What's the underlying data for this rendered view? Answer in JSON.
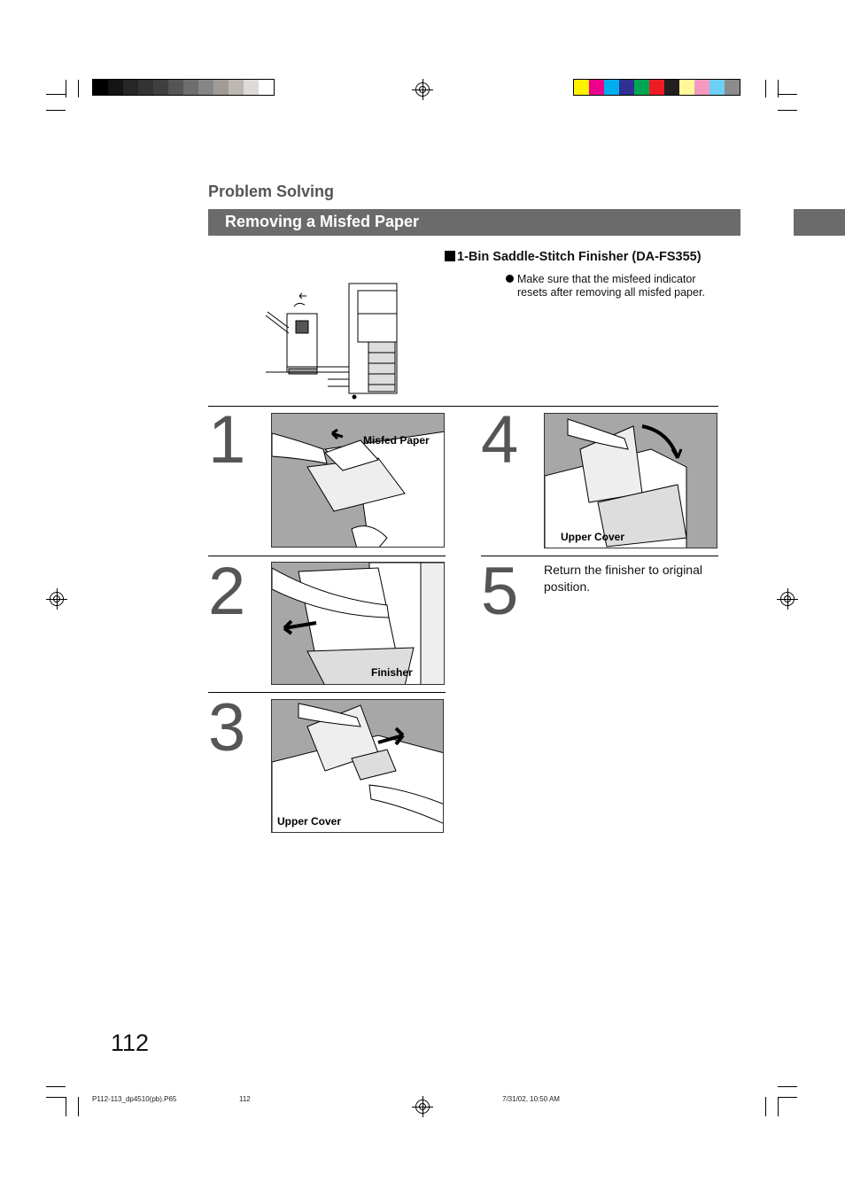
{
  "header": {
    "section_title": "Problem Solving",
    "page_title": "Removing a Misfed Paper",
    "subheading": "1-Bin Saddle-Stitch Finisher (DA-FS355)",
    "note": "Make sure that the misfeed indicator resets after removing all misfed paper.",
    "note_line1": "Make sure that the misfeed indicator",
    "note_line2": "resets after removing all misfed paper."
  },
  "steps": [
    {
      "number": "1",
      "callout": "Misfed Paper"
    },
    {
      "number": "2",
      "callout": "Finisher"
    },
    {
      "number": "3",
      "callout": "Upper Cover"
    },
    {
      "number": "4",
      "callout": "Upper Cover"
    },
    {
      "number": "5",
      "text_line1": "Return the finisher to original",
      "text_line2": "position."
    }
  ],
  "page_number": "112",
  "footer": {
    "file_name": "P112-113_dp4510(pb).P65",
    "page": "112",
    "timestamp": "7/31/02, 10:50 AM"
  },
  "colors": {
    "gray_scale": [
      "#000000",
      "#141414",
      "#262626",
      "#333333",
      "#3f3f3f",
      "#555555",
      "#6e6e6e",
      "#868686",
      "#a29a96",
      "#bdb7b2",
      "#dedad7",
      "#ffffff"
    ],
    "color_bar": [
      "#fff200",
      "#ec008c",
      "#00aeef",
      "#2e3192",
      "#00a651",
      "#ed1c24",
      "#231f20",
      "#fff799",
      "#f49ac1",
      "#6dcff6",
      "#8c8c8c"
    ],
    "accent_gray": "#6b6b6b"
  }
}
